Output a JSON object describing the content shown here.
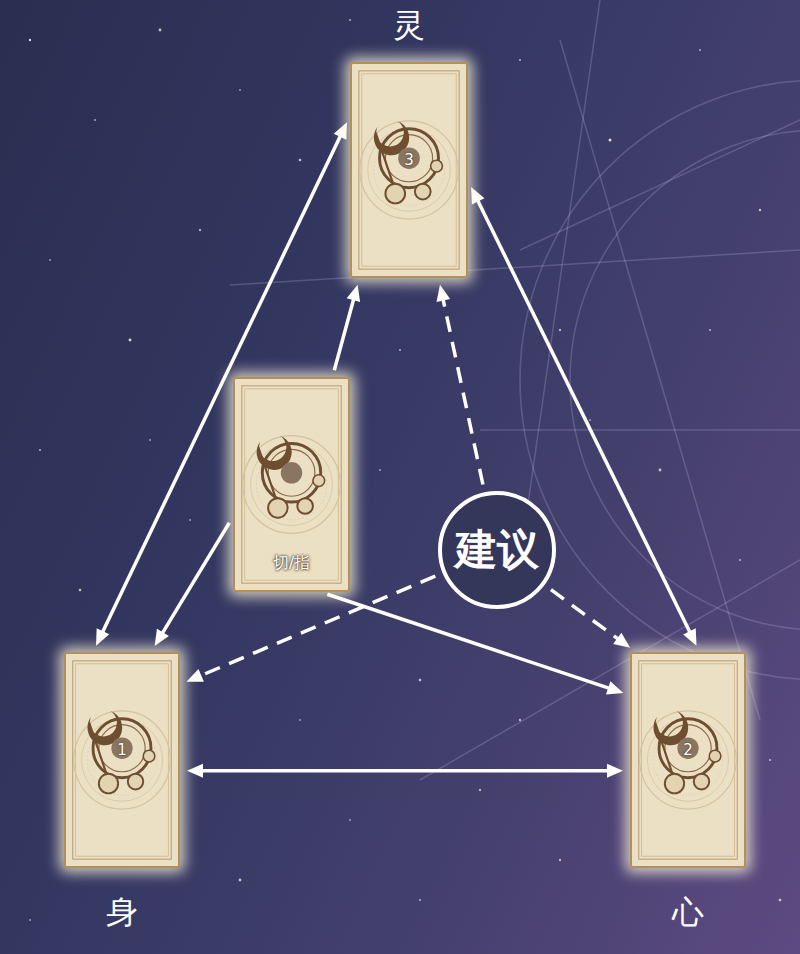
{
  "diagram": {
    "nodes": [
      {
        "text": [
          "灵",
          "3"
        ]
      },
      {
        "text": [
          "切/指"
        ]
      },
      {
        "text": [
          "建议"
        ]
      },
      {
        "text": [
          "1",
          "身"
        ]
      },
      {
        "text": [
          "2",
          "心"
        ]
      }
    ],
    "edges": [
      {
        "from": 0,
        "to": 3,
        "arrow": "both"
      },
      {
        "from": 0,
        "to": 4,
        "arrow": "both"
      },
      {
        "from": 3,
        "to": 4,
        "arrow": "both"
      },
      {
        "from": 1,
        "to": 0,
        "arrow": "to"
      },
      {
        "from": 1,
        "to": 3,
        "arrow": "to"
      },
      {
        "from": 1,
        "to": 4,
        "arrow": "to"
      },
      {
        "from": 2,
        "to": 0,
        "arrow": "to"
      },
      {
        "from": 2,
        "to": 3,
        "arrow": "to"
      },
      {
        "from": 2,
        "to": 4,
        "arrow": "to"
      }
    ]
  }
}
